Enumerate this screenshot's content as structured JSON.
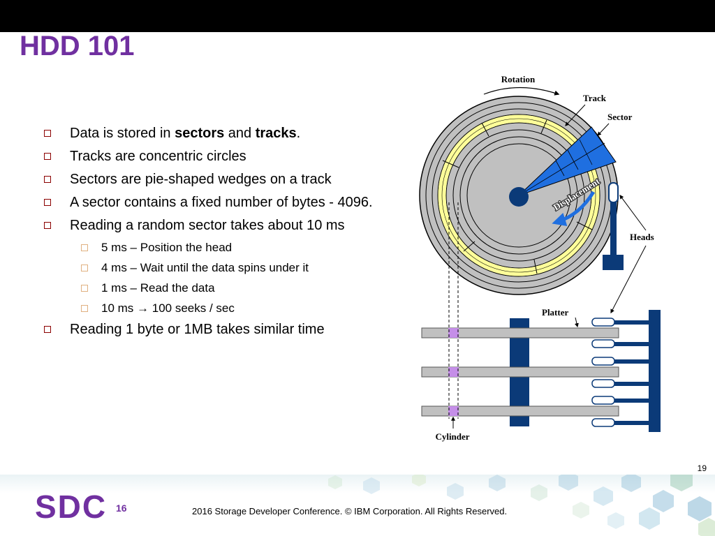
{
  "slide": {
    "title": "HDD 101",
    "number": "19"
  },
  "bullets": [
    {
      "before": "Data is stored in ",
      "bold1": "sectors",
      "middle": " and ",
      "bold2": "tracks",
      "after": "."
    },
    {
      "text": "Tracks are concentric circles"
    },
    {
      "text": "Sectors are pie-shaped wedges on a track"
    },
    {
      "text": "A sector contains a fixed number of bytes - 4096."
    },
    {
      "text": "Reading a random sector takes about 10 ms"
    },
    {
      "text": "Reading 1 byte or 1MB takes similar time"
    }
  ],
  "sub_bullets": [
    {
      "text": "5 ms – Position the head"
    },
    {
      "text": "4 ms – Wait until the data spins under it"
    },
    {
      "text": "1 ms – Read the data"
    },
    {
      "text": "10 ms → 100 seeks / sec"
    }
  ],
  "diagram": {
    "labels": {
      "rotation": "Rotation",
      "track": "Track",
      "sector": "Sector",
      "displacement": "Displacement",
      "heads": "Heads",
      "platter": "Platter",
      "cylinder": "Cylinder"
    },
    "colors": {
      "platter": "#c0c0c0",
      "track": "#ffff99",
      "sector": "#1f6fe0",
      "heads": "#0b3a78",
      "cylinder": "#c58ee8"
    }
  },
  "footer": {
    "logo_letters": "SDC",
    "logo_number": "16",
    "copyright": "2016 Storage  Developer Conference. © IBM Corporation.  All Rights Reserved."
  }
}
